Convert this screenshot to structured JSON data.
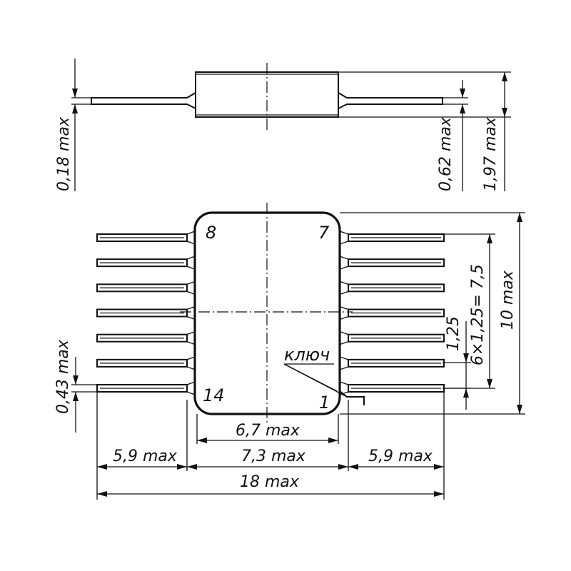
{
  "drawing": {
    "side_view": {
      "dim_lead_thickness": "0,18 max",
      "dim_lead_height": "0,62 max",
      "dim_total_height": "1,97 max"
    },
    "top_view": {
      "pin_labels": {
        "top_left": "8",
        "top_right": "7",
        "bottom_left": "14",
        "bottom_right": "1"
      },
      "key_label": "ключ",
      "dim_lead_width": "0,43 max",
      "dim_pitch": "1,25",
      "dim_pitch_total": "6×1,25= 7,5",
      "dim_body_height": "10 max",
      "dim_body_inner_width": "6,7 max",
      "dim_body_width": "7,3 max",
      "dim_left_leads": "5,9 max",
      "dim_right_leads": "5,9 max",
      "dim_overall_width": "18 max"
    },
    "leads_per_side": 7
  }
}
